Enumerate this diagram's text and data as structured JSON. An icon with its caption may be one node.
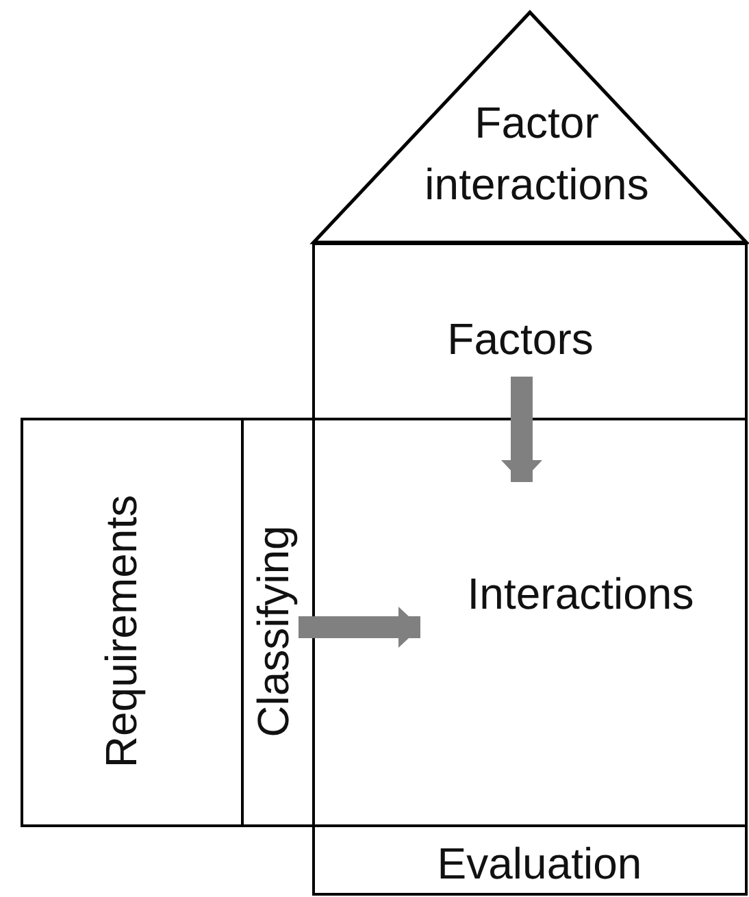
{
  "diagram": {
    "nodes": [
      {
        "text": [
          "Factor interactions"
        ]
      },
      {
        "text": [
          "Factors"
        ]
      },
      {
        "text": [
          "Requirements"
        ]
      },
      {
        "text": [
          "Classifying"
        ]
      },
      {
        "text": [
          "Interactions"
        ]
      },
      {
        "text": [
          "Evaluation"
        ]
      }
    ],
    "edges": [
      {
        "from": 1,
        "to": 4,
        "arrow": "to"
      },
      {
        "from": 3,
        "to": 4,
        "arrow": "to"
      }
    ]
  }
}
